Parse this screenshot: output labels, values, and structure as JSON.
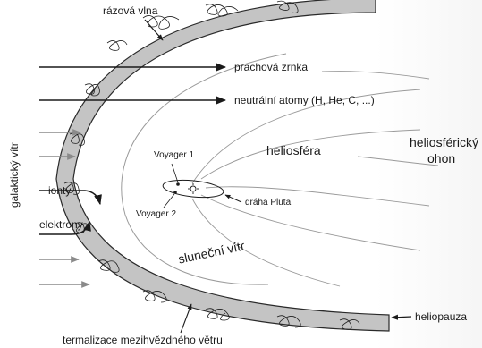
{
  "labels": {
    "bow_shock": "rázová vlna",
    "dust_grains": "prachová zrnka",
    "neutral_atoms": "neutrální atomy (H, He, C, ...)",
    "galactic_wind": "galaktický vítr",
    "voyager1": "Voyager 1",
    "voyager2": "Voyager 2",
    "heliosphere": "heliosféra",
    "heliotail_line1": "heliosférický",
    "heliotail_line2": "ohon",
    "pluto_orbit": "dráha Pluta",
    "ions": "ionty",
    "electrons": "elektrony",
    "solar_wind": "sluneční vítr",
    "heliopause": "heliopauza",
    "thermalization": "termalizace mezihvězdného větru"
  },
  "colors": {
    "band_fill": "#c4c4c4",
    "band_stroke": "#2a2a2a",
    "arrow_dark": "#1a1a1a",
    "arrow_grey": "#8a8a8a",
    "flow_line": "#9a9a9a"
  }
}
